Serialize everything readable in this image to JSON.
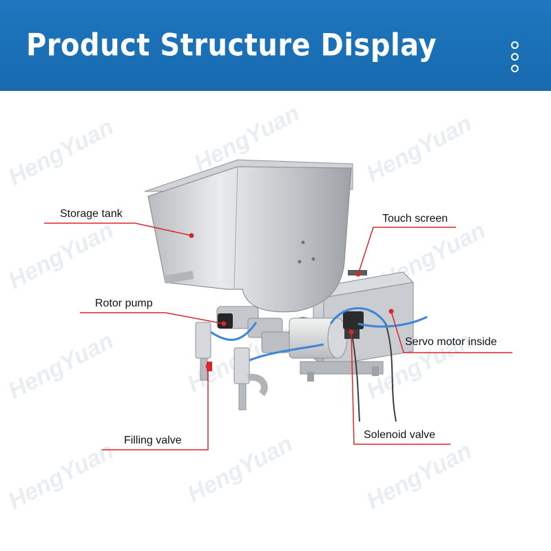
{
  "header": {
    "title": "Product Structure Display",
    "background_color": "#1a6fb5",
    "menu_icon": "vertical-dots-icon"
  },
  "watermark": "HengYuan",
  "labels": {
    "storage_tank": "Storage tank",
    "touch_screen": "Touch screen",
    "rotor_pump": "Rotor pump",
    "servo_motor": "Servo motor inside",
    "filling_valve": "Filling valve",
    "solenoid_valve": "Solenoid valve"
  },
  "callout_color": "#d7262b"
}
